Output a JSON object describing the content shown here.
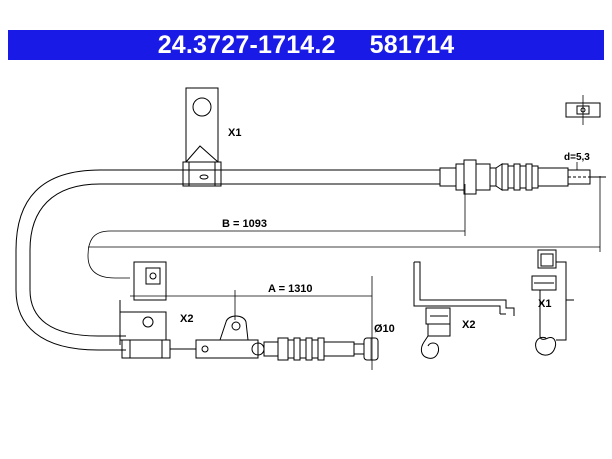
{
  "header": {
    "part_number": "24.3727-1714.2",
    "ref_number": "581714",
    "background_color": "#1a1ae6"
  },
  "labels": {
    "x1_top": "X1",
    "x2_left": "X2",
    "x2_detail": "X2",
    "x1_detail": "X1",
    "dim_b": "B = 1093",
    "dim_a": "A = 1310",
    "dim_d": "d=5,3",
    "dim_diameter": "Ø10"
  },
  "icons": [
    "single-cable-icon"
  ]
}
